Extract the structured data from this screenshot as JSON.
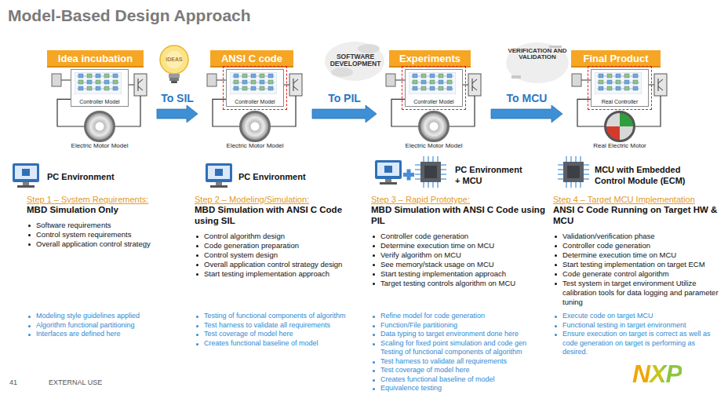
{
  "diagram": {
    "title": "Model-Based Design Approach",
    "nodes": [
      {
        "text": [
          "Idea incubation"
        ]
      },
      {
        "text": [
          "ANSI C code"
        ]
      },
      {
        "text": [
          "Experiments"
        ]
      },
      {
        "text": [
          "Final Product"
        ]
      },
      {
        "text": [
          "Controller Model"
        ]
      },
      {
        "text": [
          "Electric Motor Model"
        ]
      },
      {
        "text": [
          "Controller Model"
        ]
      },
      {
        "text": [
          "Electric Motor Model"
        ]
      },
      {
        "text": [
          "Controller Model"
        ]
      },
      {
        "text": [
          "Electric Motor Model"
        ]
      },
      {
        "text": [
          "Real Controller"
        ]
      },
      {
        "text": [
          "Real Electric Motor"
        ]
      }
    ],
    "edges": [
      {
        "from": 4,
        "to": 5,
        "arrow": "none"
      },
      {
        "from": 6,
        "to": 7,
        "arrow": "none"
      },
      {
        "from": 8,
        "to": 9,
        "arrow": "none"
      },
      {
        "from": 10,
        "to": 11,
        "arrow": "none"
      },
      {
        "from": 4,
        "to": 6,
        "label": "To SIL",
        "arrow": "to"
      },
      {
        "from": 6,
        "to": 8,
        "label": "To PIL",
        "arrow": "to"
      },
      {
        "from": 8,
        "to": 10,
        "label": "To MCU",
        "arrow": "to"
      }
    ],
    "labels": [
      "IDEAS",
      "SOFTWARE DEVELOPMENT",
      "VERIFICATION AND VALIDATION",
      "PC Environment",
      "Step 1 – System Requirements:",
      "MBD Simulation Only",
      "Software requirements",
      "Control system requirements",
      "Overall application control strategy",
      "Modeling style guidelines applied",
      "Algorithm functional partitioning",
      "Interfaces are defined here",
      "PC Environment",
      "Step 2 – Modeling/Simulation:",
      "MBD Simulation with ANSI C Code using SIL",
      "Control algorithm design",
      "Code generation preparation",
      "Control system design",
      "Overall application control strategy design",
      "Start testing implementation approach",
      "Testing of functional components of algorithm",
      "Test harness to validate all requirements",
      "Test coverage of model here",
      "Creates functional baseline of model",
      "PC Environment + MCU",
      "Step 3 – Rapid Prototype:",
      "MBD Simulation with ANSI C Code using PIL",
      "Controller code generation",
      "Determine execution time on MCU",
      "Verify algorithm on MCU",
      "See memory/stack usage on MCU",
      "Start testing implementation approach",
      "Target testing controls algorithm on MCU",
      "Refine model for code generation",
      "Function/File partitioning",
      "Data typing to target environment done here",
      "Scaling for fixed point simulation and code gen Testing of functional components of algorithm",
      "Test harness to validate all requirements",
      "Test coverage of model here",
      "Creates functional baseline of model",
      "Equivalence testing",
      "MCU with Embedded Control Module (ECM)",
      "Step 4 – Target MCU Implementation",
      "ANSI C Code Running on Target HW & MCU",
      "Validation/verification phase",
      "Controller code generation",
      "Determine execution time on MCU",
      "Start testing implementation on target ECM",
      "Code generate control algorithm",
      "Test system in target environment Utilize calibration tools for data logging and parameter tuning",
      "Execute code on target MCU",
      "Functional testing in target environment",
      "Ensure execution on target is correct as well as code generation on target is performing as desired.",
      "41",
      "EXTERNAL USE",
      "NXP"
    ]
  }
}
